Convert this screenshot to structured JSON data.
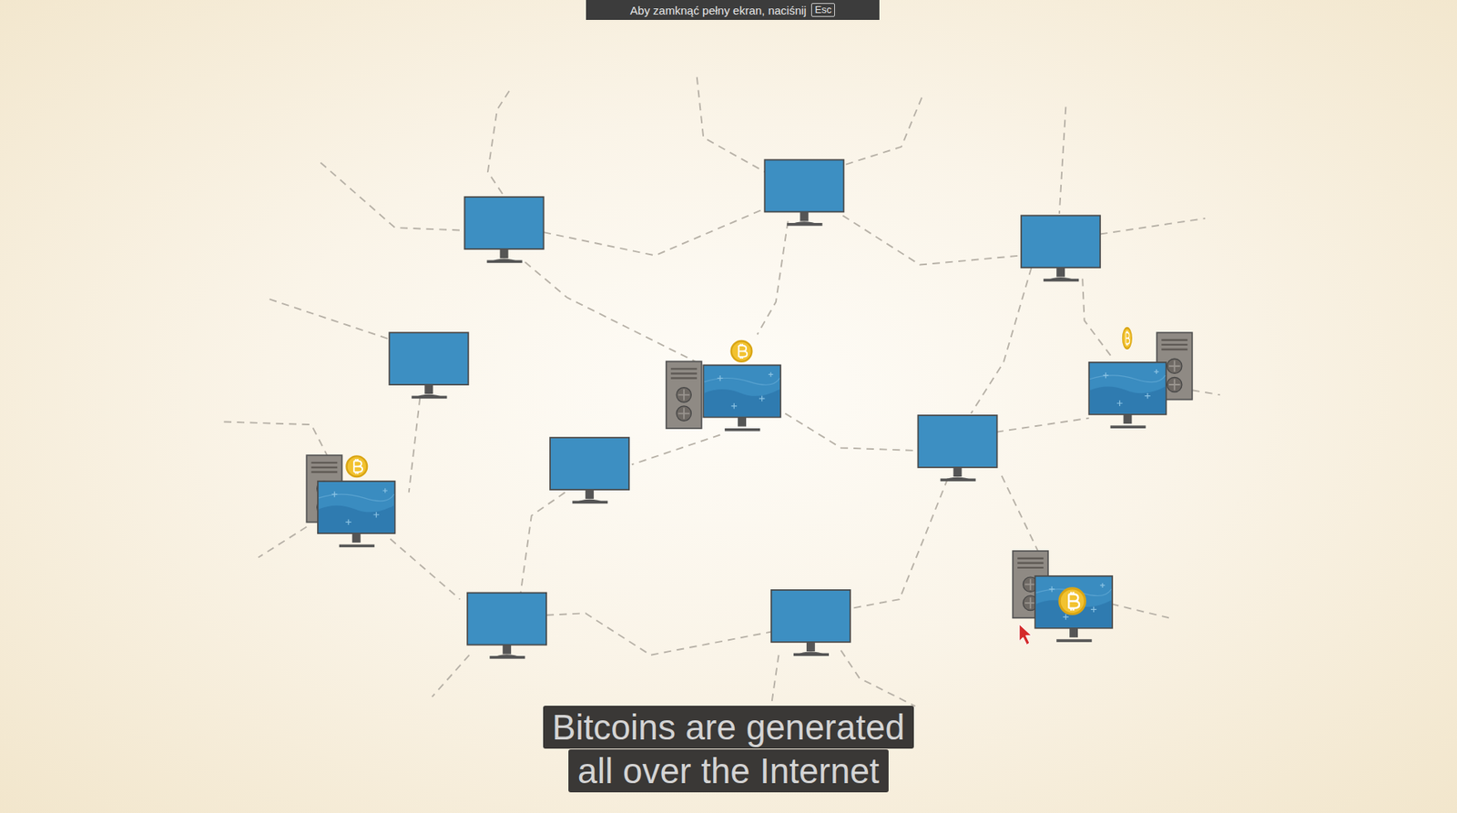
{
  "diagram": {
    "caption": "Bitcoins are generated all over the Internet",
    "labels": [
      "Aby zamknąć pełny ekran, naciśnij",
      "Esc"
    ]
  }
}
